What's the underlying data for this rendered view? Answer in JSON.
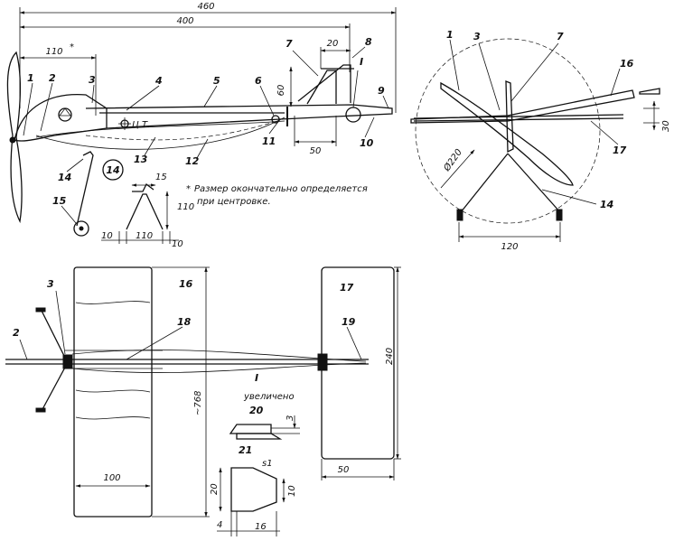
{
  "labels": {
    "p1": "1",
    "p2": "2",
    "p3": "3",
    "p4": "4",
    "p5": "5",
    "p6": "6",
    "p7": "7",
    "p8": "8",
    "p9": "9",
    "p10": "10",
    "p11": "11",
    "p12": "12",
    "p13": "13",
    "p14": "14",
    "p15": "15",
    "p16": "16",
    "p17": "17",
    "p18": "18",
    "p19": "19",
    "p20": "20",
    "p21": "21",
    "detail_ref": "I",
    "ct": "Ц.Т."
  },
  "dims": {
    "len_460": "460",
    "len_400": "400",
    "len_110": "110",
    "d_20_top": "20",
    "d_60": "60",
    "d_50_side": "50",
    "d_15": "15",
    "d_110_gear": "110",
    "d_10a": "10",
    "d_110_base": "110",
    "d_10b": "10",
    "d_30": "30",
    "d_220": "Ø220",
    "d_120": "120",
    "d_768": "~768",
    "d_100": "100",
    "d_240": "240",
    "d_50_tail": "50",
    "d_3": "3",
    "d_s1": "s1",
    "d_20_fin": "20",
    "d_10_fin": "10",
    "d_4": "4",
    "d_16": "16"
  },
  "notes": {
    "asterisk": "*",
    "centering_line1": "Размер окончательно определяется",
    "centering_line2": "при центровке.",
    "detail_title": "I",
    "detail_sub": "увеличено"
  }
}
